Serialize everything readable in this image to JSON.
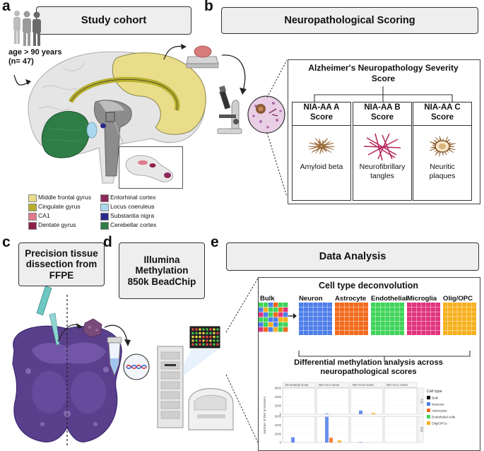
{
  "panels": {
    "a": {
      "letter": "a",
      "title": "Study cohort",
      "cohort_line1": "age > 90 years",
      "cohort_line2": "(n= 47)"
    },
    "b": {
      "letter": "b",
      "title": "Neuropathological Scoring",
      "severity_line1": "Alzheimer's Neuropathology Severity",
      "severity_line2": "Score",
      "scores": [
        {
          "title1": "NIA-AA A",
          "title2": "Score",
          "desc1": "Amyloid beta",
          "desc2": ""
        },
        {
          "title1": "NIA-AA B",
          "title2": "Score",
          "desc1": "Neurofibrillary",
          "desc2": "tangles"
        },
        {
          "title1": "NIA-AA C",
          "title2": "Score",
          "desc1": "Neuritic",
          "desc2": "plaques"
        }
      ]
    },
    "c": {
      "letter": "c",
      "line1": "Precision tissue",
      "line2": "dissection from",
      "line3": "FFPE"
    },
    "d": {
      "letter": "d",
      "line1": "Illumina",
      "line2": "Methylation",
      "line3": "850k BeadChip"
    },
    "e": {
      "letter": "e",
      "title": "Data Analysis",
      "deconv_title": "Cell type deconvolution",
      "bulk_label": "Bulk",
      "cell_types": [
        {
          "name": "Neuron",
          "color": "#4e7ee8"
        },
        {
          "name": "Astrocyte",
          "color": "#f26a1b"
        },
        {
          "name": "Endothelial",
          "color": "#3fd45a"
        },
        {
          "name": "Microglia",
          "color": "#e0337e"
        },
        {
          "name": "Olig/OPC",
          "color": "#f7b01e"
        }
      ],
      "diff_line1": "Differential methylation analysis across",
      "diff_line2": "neuropathological scores"
    }
  },
  "legend": [
    {
      "label": "Middle frontal gyrus",
      "color": "#e9dd8a"
    },
    {
      "label": "Entorhinal cortex",
      "color": "#8e2a5a"
    },
    {
      "label": "Cingulate gyrus",
      "color": "#b5ae2c"
    },
    {
      "label": "Locus coeruleus",
      "color": "#a9d8ef"
    },
    {
      "label": "CA1",
      "color": "#e07a8c"
    },
    {
      "label": "Substantia nigra",
      "color": "#2a2a8a"
    },
    {
      "label": "Dentate gyrus",
      "color": "#8e1f4a"
    },
    {
      "label": "Cerebellar cortex",
      "color": "#2e7d46"
    }
  ],
  "chart_data": {
    "type": "bar",
    "ylabel": "number of DM promoters",
    "facet_columns": [
      "AD severity score",
      "NIA-AA A score",
      "NIA-AA B score",
      "NIA-AA C score"
    ],
    "facet_rows": [
      "CG",
      "DG"
    ],
    "yticks": [
      "6000",
      "4000",
      "2000",
      "0"
    ],
    "ylim": [
      0,
      6000
    ],
    "legend_title": "Cell type",
    "series": [
      {
        "name": "Bulk",
        "color": "#111111"
      },
      {
        "name": "Neurons",
        "color": "#4e7ee8"
      },
      {
        "name": "Astrocytes",
        "color": "#f26a1b"
      },
      {
        "name": "Endothelial cells",
        "color": "#3fd45a"
      },
      {
        "name": "Olig/OPCs",
        "color": "#f7b01e"
      }
    ],
    "bars": [
      {
        "row": 0,
        "col": 1,
        "series": 1,
        "value": 150
      },
      {
        "row": 0,
        "col": 2,
        "series": 1,
        "value": 850
      },
      {
        "row": 0,
        "col": 2,
        "series": 4,
        "value": 300
      },
      {
        "row": 1,
        "col": 0,
        "series": 1,
        "value": 1200
      },
      {
        "row": 1,
        "col": 1,
        "series": 1,
        "value": 5900
      },
      {
        "row": 1,
        "col": 1,
        "series": 2,
        "value": 1100
      },
      {
        "row": 1,
        "col": 1,
        "series": 4,
        "value": 500
      },
      {
        "row": 1,
        "col": 2,
        "series": 1,
        "value": 100
      }
    ]
  }
}
